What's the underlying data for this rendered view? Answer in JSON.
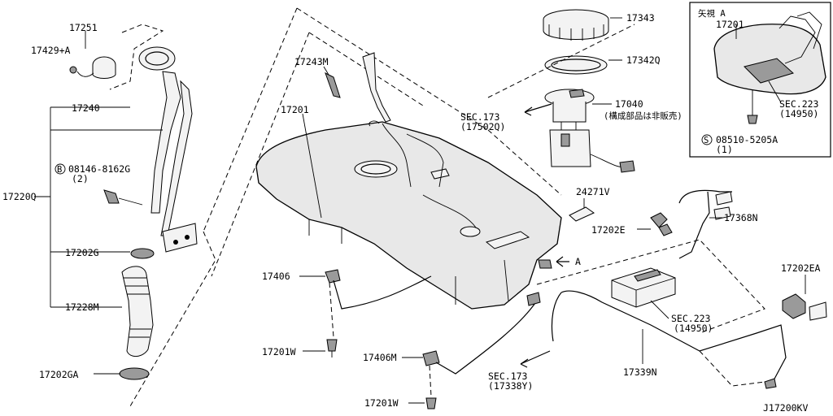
{
  "diagram": {
    "drawing_code": "J17200KV",
    "view_label": "矢視 A",
    "parts": {
      "p17251": "17251",
      "p17429A": "17429+A",
      "p17240": "17240",
      "p08146": "08146-8162G",
      "p08146_qty": "(2)",
      "p17220Q": "17220Q",
      "p17202G": "17202G",
      "p17228M": "17228M",
      "p17202GA": "17202GA",
      "p17243M": "17243M",
      "p17201_main": "17201",
      "p17343": "17343",
      "p17342Q": "17342Q",
      "p17040": "17040",
      "p17040_note": "(構成部品は非販売)",
      "sec173_a": "SEC.173",
      "sec173_a_ref": "(17502Q)",
      "p24271V": "24271V",
      "p17202E": "17202E",
      "p17368N": "17368N",
      "arrow_a": "A",
      "p17406_a": "17406",
      "p17201W_a": "17201W",
      "p17406M": "17406M",
      "p17201W_b": "17201W",
      "sec173_b": "SEC.173",
      "sec173_b_ref": "(17338Y)",
      "sec223_main": "SEC.223",
      "sec223_main_ref": "(14950)",
      "p17339N": "17339N",
      "p17202EA": "17202EA",
      "inset_17201": "17201",
      "inset_sec223": "SEC.223",
      "inset_sec223_ref": "(14950)",
      "inset_08510": "08510-5205A",
      "inset_08510_qty": "(1)",
      "bolt_mark_b": "B",
      "bolt_mark_s": "S"
    }
  }
}
